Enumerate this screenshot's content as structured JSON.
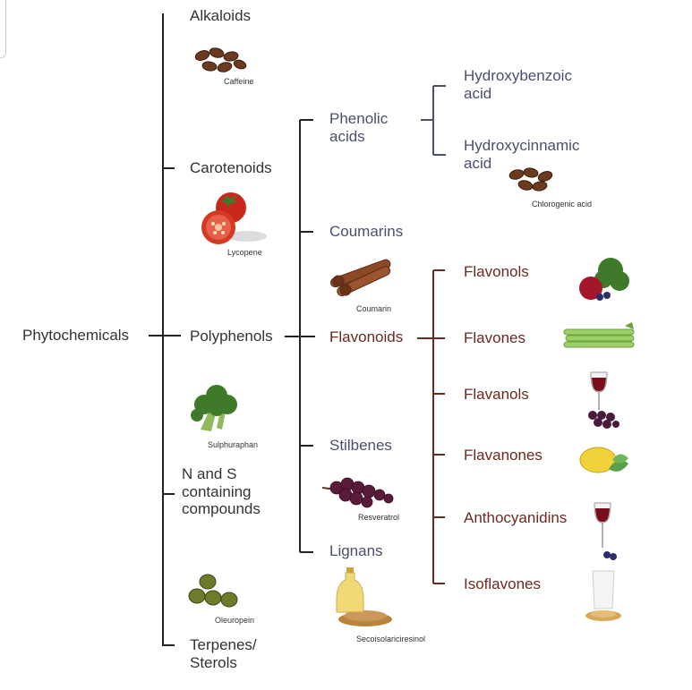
{
  "root": "Phytochemicals",
  "level1": {
    "alkaloids": "Alkaloids",
    "carotenoids": "Carotenoids",
    "polyphenols": "Polyphenols",
    "n_s": [
      "N and S",
      "containing",
      "compounds"
    ],
    "terpenes": [
      "Terpenes/",
      "Sterols"
    ]
  },
  "level2": {
    "phenolic_acids": [
      "Phenolic",
      "acids"
    ],
    "coumarins": "Coumarins",
    "flavonoids": "Flavonoids",
    "stilbenes": "Stilbenes",
    "lignans": "Lignans"
  },
  "phenolic_subtypes": {
    "hydroxybenzoic": [
      "Hydroxybenzoic",
      "acid"
    ],
    "hydroxycinnamic": [
      "Hydroxycinnamic",
      "acid"
    ]
  },
  "flavonoid_subtypes": [
    "Flavonols",
    "Flavones",
    "Flavanols",
    "Flavanones",
    "Anthocyanidins",
    "Isoflavones"
  ],
  "examples": {
    "caffeine": "Caffeine",
    "lycopene": "Lycopene",
    "sulphuraphan": "Sulphuraphan",
    "oleuropein": "Oleuropein",
    "chlorogenic": "Chlorogenic acid",
    "coumarin": "Coumarin",
    "resveratrol": "Resveratrol",
    "secoisolariciresinol": "Secoisolariciresinol"
  },
  "colors": {
    "line_dark": "#222222",
    "line_blue": "#4a4f6f",
    "line_brown": "#6b2a20"
  }
}
